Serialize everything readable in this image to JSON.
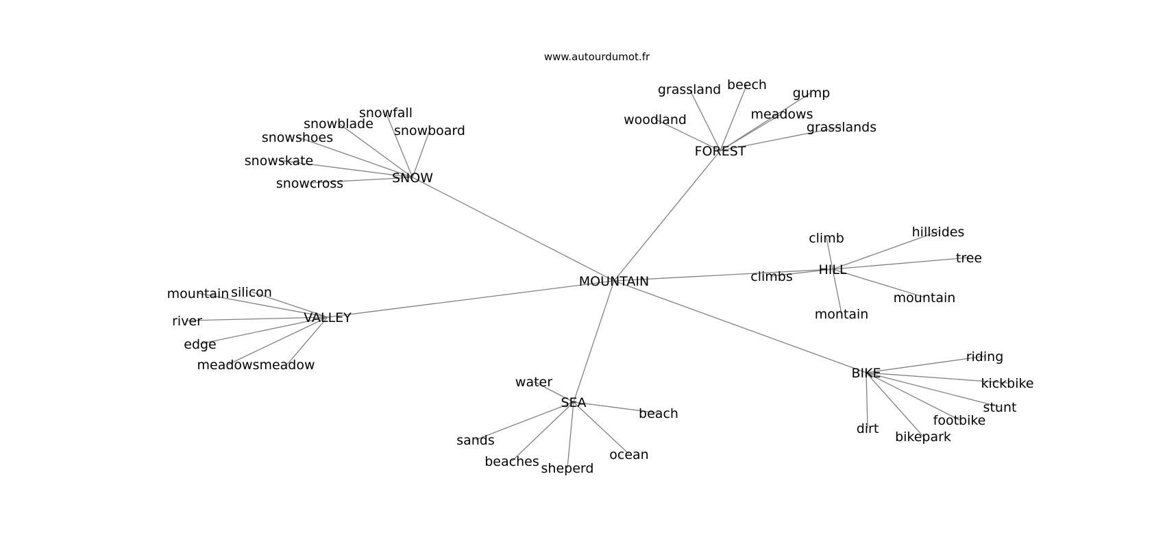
{
  "source_text": "www.autourdumot.fr",
  "center": "MOUNTAIN",
  "clusters": [
    {
      "hub": "SNOW",
      "words": [
        "snowfall",
        "snowblade",
        "snowboard",
        "snowshoes",
        "snowskate",
        "snowcross"
      ]
    },
    {
      "hub": "FOREST",
      "words": [
        "grassland",
        "beech",
        "gump",
        "woodland",
        "meadows",
        "grasslands"
      ]
    },
    {
      "hub": "HILL",
      "words": [
        "climb",
        "hillsides",
        "tree",
        "climbs",
        "mountain",
        "montain"
      ]
    },
    {
      "hub": "VALLEY",
      "words": [
        "mountain",
        "silicon",
        "river",
        "edge",
        "meadows",
        "meadow"
      ]
    },
    {
      "hub": "SEA",
      "words": [
        "water",
        "beach",
        "sands",
        "beaches",
        "sheperd",
        "ocean"
      ]
    },
    {
      "hub": "BIKE",
      "words": [
        "riding",
        "kickbike",
        "stunt",
        "footbike",
        "dirt",
        "bikepark"
      ]
    }
  ]
}
